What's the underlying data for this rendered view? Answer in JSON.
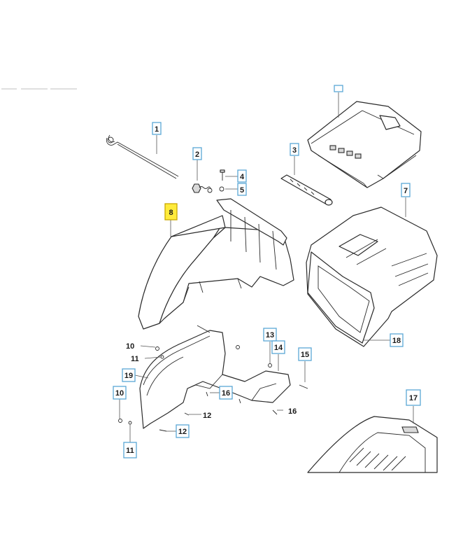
{
  "diagram": {
    "highlight_color": "#ffeb3b",
    "box_color": "#5aa7d6",
    "boxed_labels": {
      "p1": "1",
      "p2": "2",
      "p3": "3",
      "p4": "4",
      "p5": "5",
      "p7": "7",
      "p8": "8",
      "p13": "13",
      "p14": "14",
      "p15": "15",
      "p16a": "16",
      "p17": "17",
      "p18": "18",
      "p19": "19",
      "p10b": "10",
      "p11b": "11",
      "p12a": "12"
    },
    "plain_labels": {
      "p10a": "10",
      "p11a": "11",
      "p12b": "12",
      "p16b": "16"
    },
    "highlighted_part": "8"
  }
}
